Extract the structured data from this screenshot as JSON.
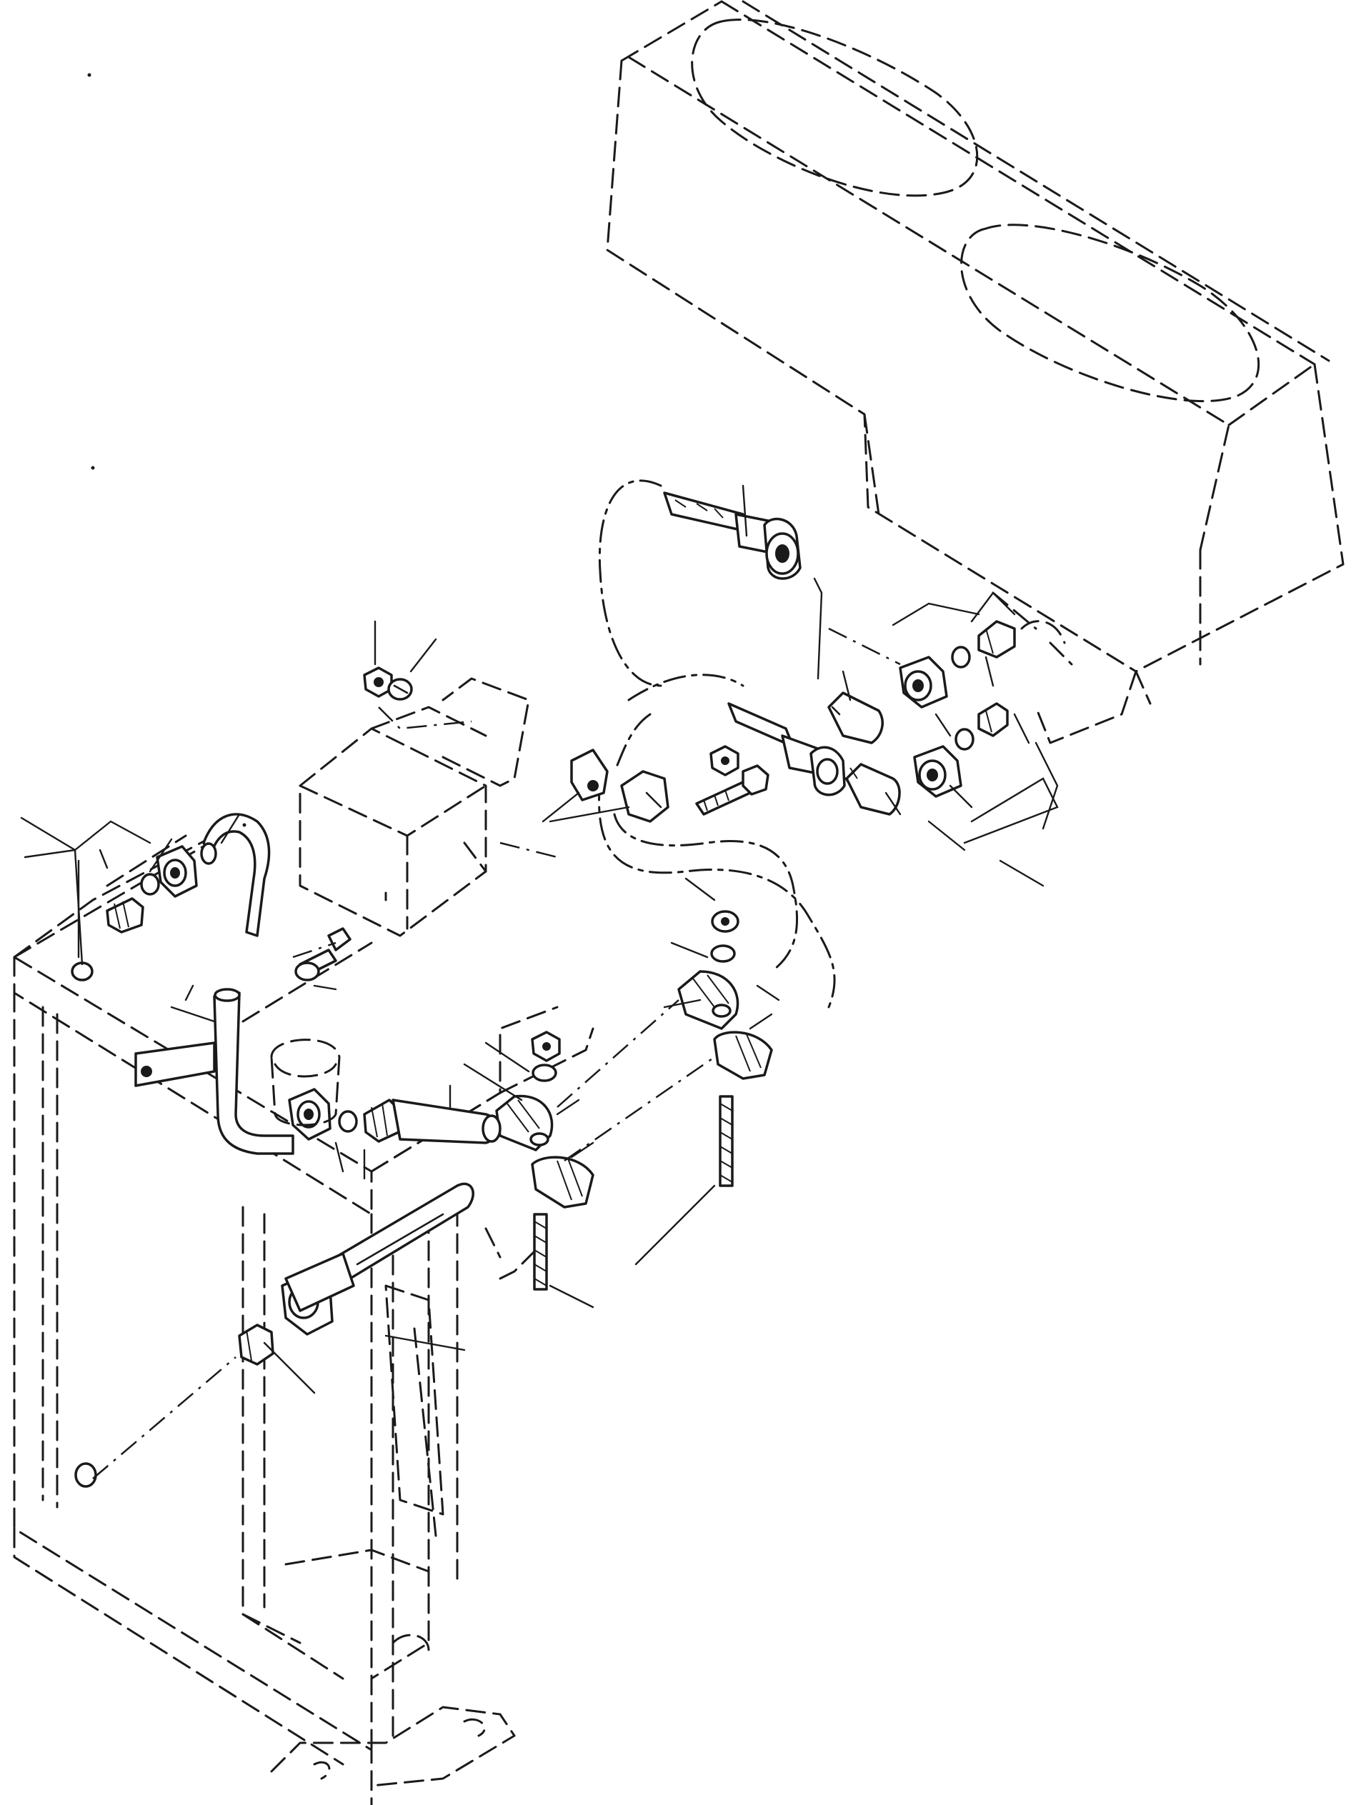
{
  "diagram": {
    "kind": "exploded-parts-drawing",
    "text_labels": [],
    "parts": [
      {
        "name": "engine-block-outline",
        "style": "hidden-dashed"
      },
      {
        "name": "radiator-outline",
        "style": "hidden-dashed"
      },
      {
        "name": "reservoir-tank-outline",
        "style": "hidden-dashed"
      },
      {
        "name": "bracket-plate-outline",
        "style": "hidden-dashed"
      },
      {
        "name": "upper-hose",
        "style": "solid"
      },
      {
        "name": "middle-hose",
        "style": "solid"
      },
      {
        "name": "lower-hose",
        "style": "solid"
      },
      {
        "name": "long-hose-loop",
        "style": "phantom"
      },
      {
        "name": "elbow-fittings",
        "count": 2
      },
      {
        "name": "union-nuts",
        "count": 5
      },
      {
        "name": "adapters",
        "count": 5
      },
      {
        "name": "o-rings",
        "count": 6
      },
      {
        "name": "hose-clamps",
        "count": 4
      },
      {
        "name": "clip-brackets",
        "count": 2
      },
      {
        "name": "hex-nuts",
        "count": 3
      },
      {
        "name": "washers",
        "count": 4
      },
      {
        "name": "bolts",
        "count": 2
      },
      {
        "name": "studs",
        "count": 2
      },
      {
        "name": "bent-pipe",
        "count": 1
      },
      {
        "name": "l-pipe-with-bracket",
        "count": 1
      },
      {
        "name": "filler-cap",
        "count": 1
      },
      {
        "name": "leader-lines",
        "count": 40
      }
    ]
  }
}
